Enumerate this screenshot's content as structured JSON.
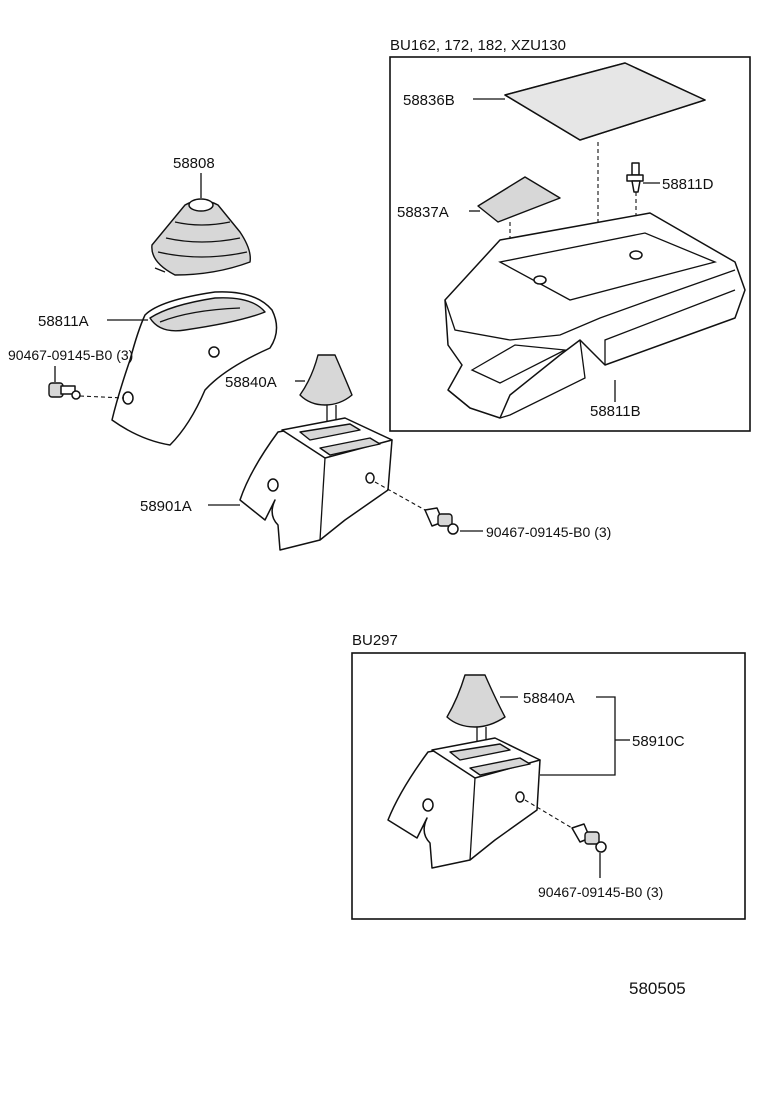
{
  "sections": {
    "upper_variant": "BU162, 172, 182, XZU130",
    "lower_variant": "BU297"
  },
  "labels": {
    "p58808": "58808",
    "p58811A": "58811A",
    "bolt_left": "90467-09145-B0 (3)",
    "p58840A_top": "58840A",
    "p58901A": "58901A",
    "bolt_mid": "90467-09145-B0 (3)",
    "p58836B": "58836B",
    "p58837A": "58837A",
    "p58811D": "58811D",
    "p58811B": "58811B",
    "p58840A_bottom": "58840A",
    "p58910C": "58910C",
    "bolt_bottom": "90467-09145-B0 (3)"
  },
  "figure_number": "580505"
}
